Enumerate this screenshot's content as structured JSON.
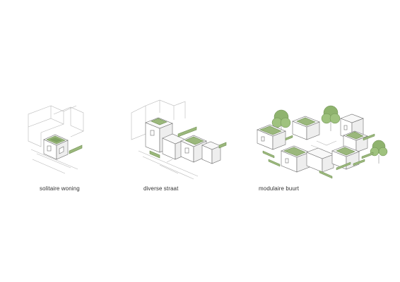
{
  "captions": {
    "solitary": "solitaire woning",
    "street": "diverse straat",
    "neighbourhood": "modulaire buurt"
  },
  "colors": {
    "line": "#7a7a7a",
    "ghost_line": "#b5b5b5",
    "facade": "#ffffff",
    "side": "#ececec",
    "green": "#9bb87c",
    "green_dark": "#6f8f52",
    "tree": "#8fb36e",
    "tree_dark": "#6a8c4e"
  }
}
